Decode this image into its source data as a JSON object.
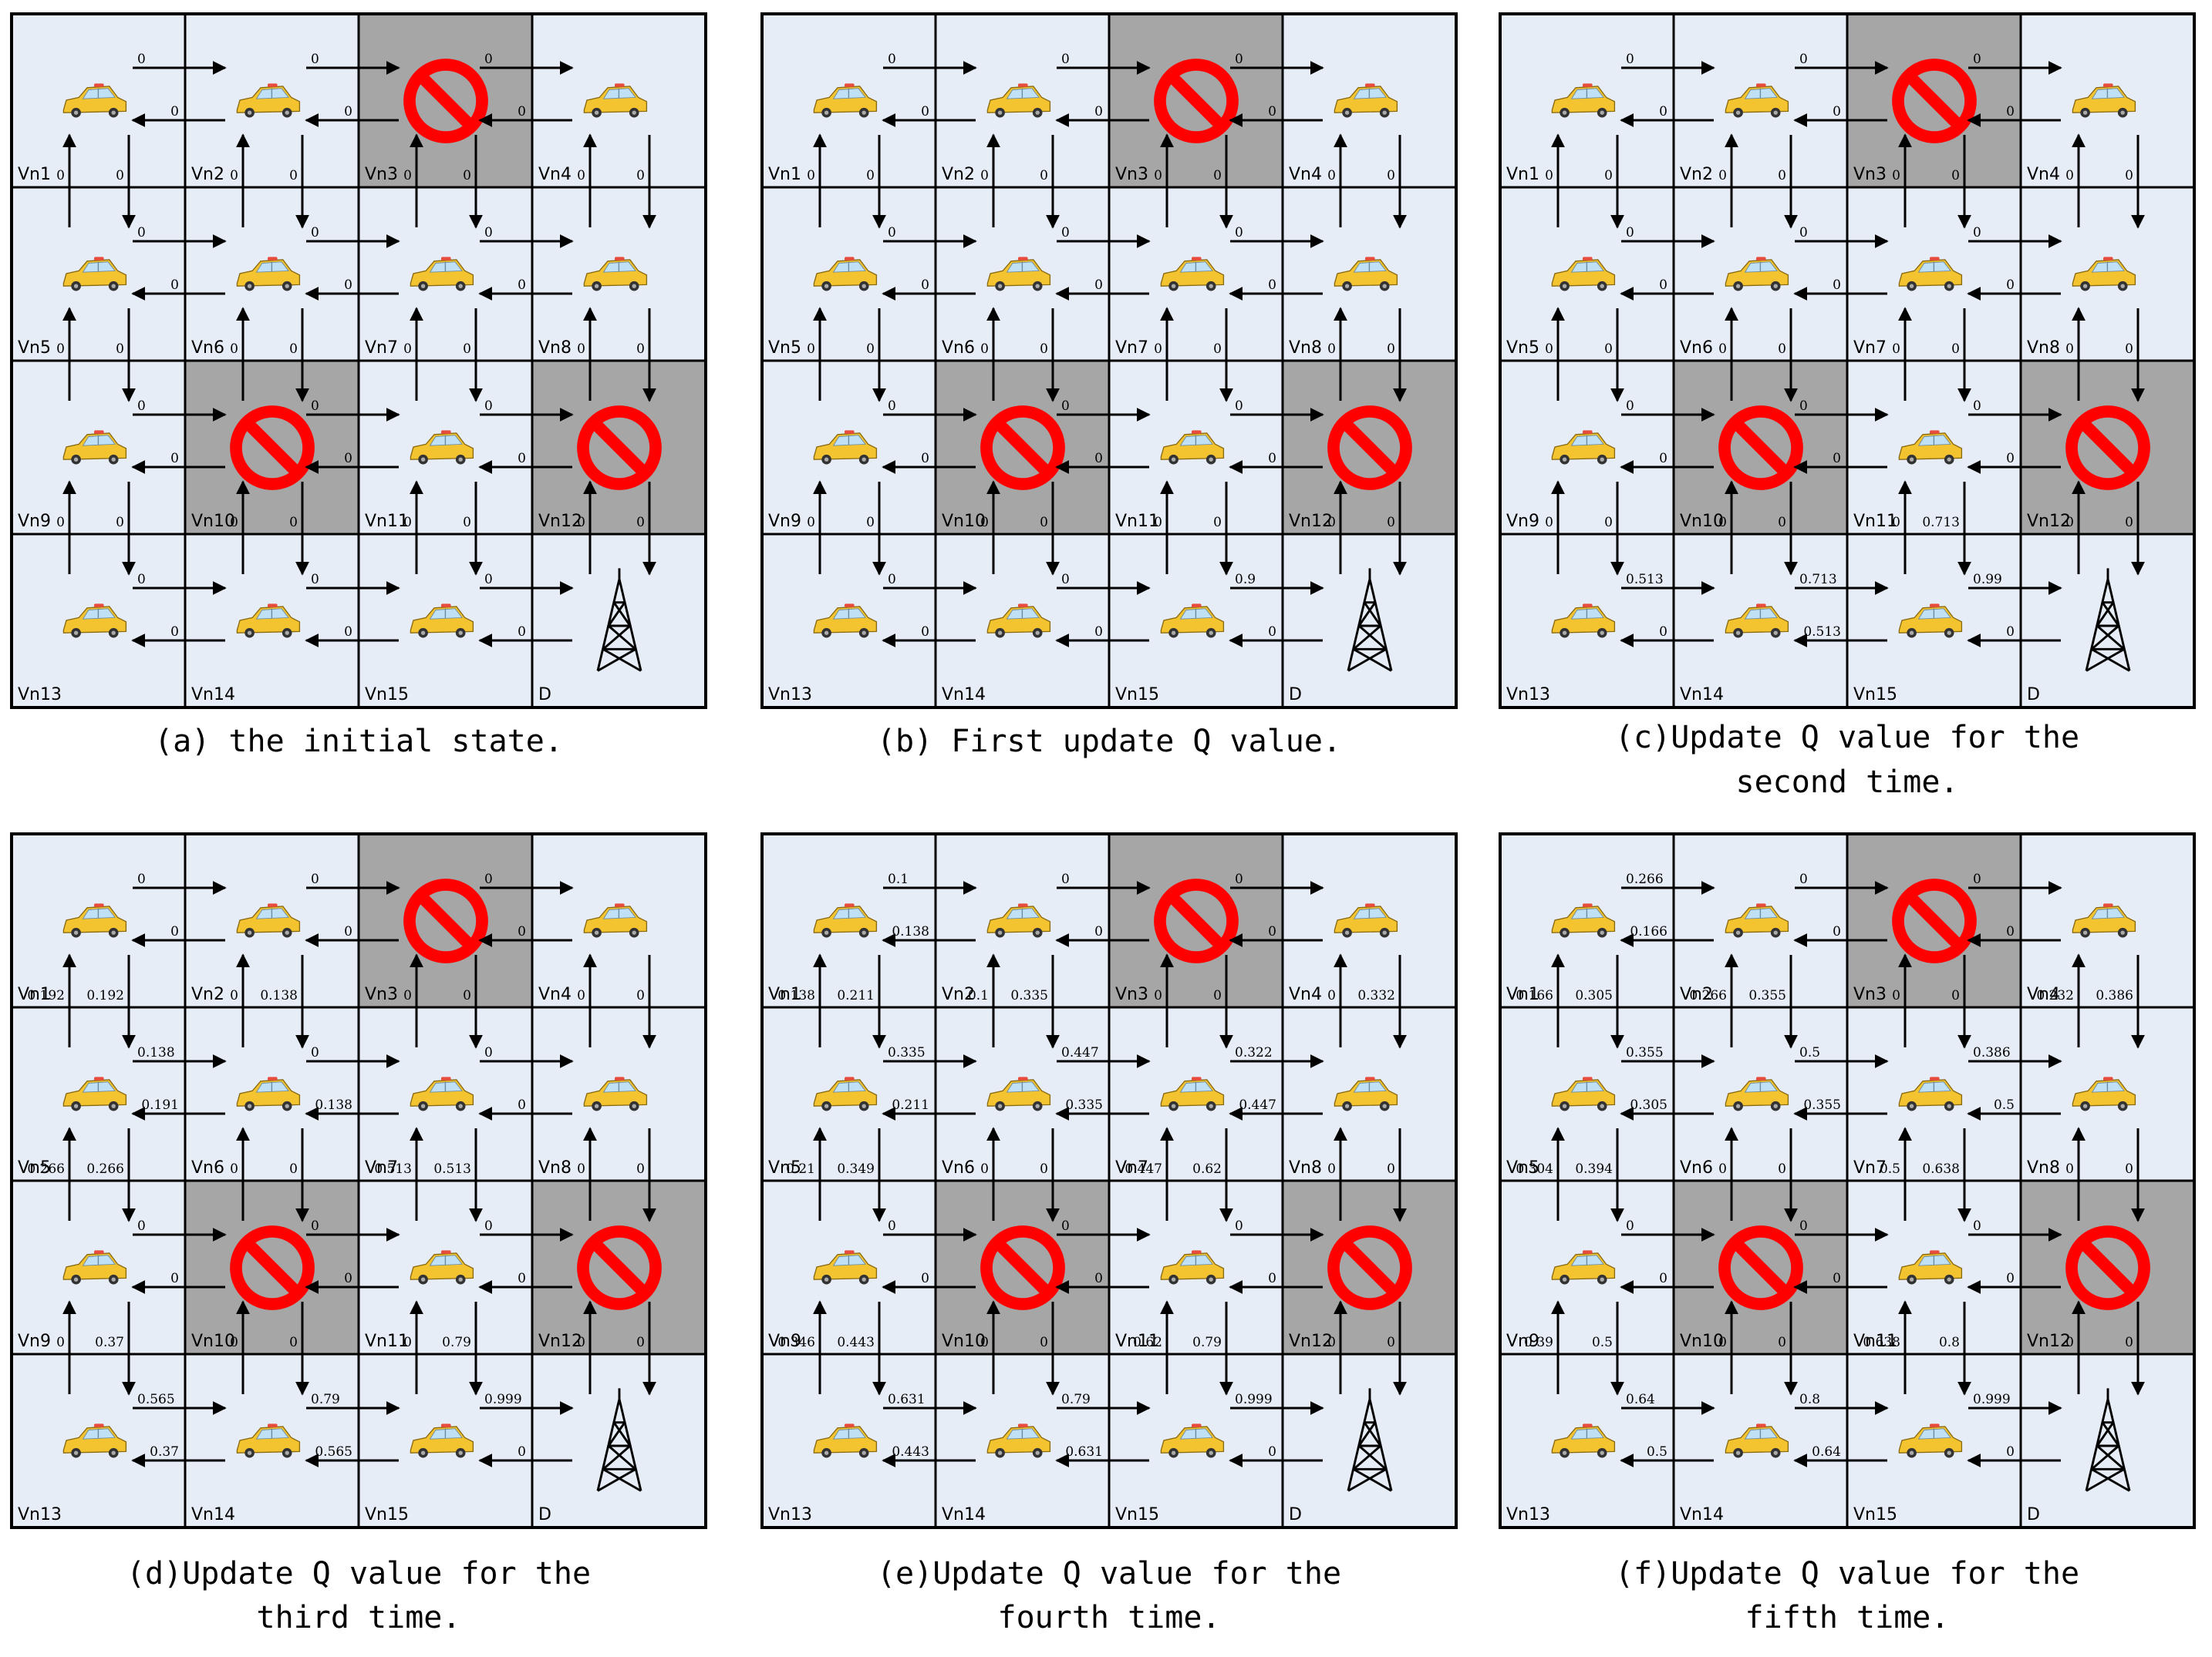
{
  "colors": {
    "cell_fill": "#e7edf7",
    "blocked_fill": "#a6a6a6",
    "grid_line": "#000000",
    "arrow": "#000000",
    "no_sign": "#ff0000",
    "car_body": "#f4c430",
    "car_window": "#bfe0f5",
    "car_roof_light": "#e74c3c",
    "tower": "#000000"
  },
  "icons": {
    "vehicle": "car-icon",
    "blocked": "no-entry-icon",
    "destination": "antenna-tower-icon"
  },
  "grid": {
    "rows": 4,
    "cols": 4,
    "blocked_cells": [
      2,
      9,
      11
    ],
    "destination_cell": 15,
    "cell_labels": [
      "Vn1",
      "Vn2",
      "Vn3",
      "Vn4",
      "Vn5",
      "Vn6",
      "Vn7",
      "Vn8",
      "Vn9",
      "Vn10",
      "Vn11",
      "Vn12",
      "Vn13",
      "Vn14",
      "Vn15",
      "D"
    ]
  },
  "panels": [
    {
      "caption_lines": [
        "(a) the initial state."
      ],
      "h_top": [
        [
          "0",
          "0",
          "0"
        ],
        [
          "0",
          "0",
          "0"
        ],
        [
          "0",
          "0",
          "0"
        ],
        [
          "0",
          "0",
          "0"
        ]
      ],
      "h_bot": [
        [
          "0",
          "0",
          "0"
        ],
        [
          "0",
          "0",
          "0"
        ],
        [
          "0",
          "0",
          "0"
        ],
        [
          "0",
          "0",
          "0"
        ]
      ],
      "v_up": [
        [
          "0",
          "0",
          "0",
          "0"
        ],
        [
          "0",
          "0",
          "0",
          "0"
        ],
        [
          "0",
          "0",
          "0",
          "0"
        ],
        [
          "0",
          "0",
          "0",
          "0"
        ]
      ],
      "v_down": [
        [
          "0",
          "0",
          "0",
          "0"
        ],
        [
          "0",
          "0",
          "0",
          "0"
        ],
        [
          "0",
          "0",
          "0",
          "0"
        ],
        [
          "0",
          "0",
          "0",
          "0"
        ]
      ]
    },
    {
      "caption_lines": [
        "(b) First update Q value."
      ],
      "h_top": [
        [
          "0",
          "0",
          "0"
        ],
        [
          "0",
          "0",
          "0"
        ],
        [
          "0",
          "0",
          "0"
        ],
        [
          "0",
          "0",
          "0.9"
        ]
      ],
      "h_bot": [
        [
          "0",
          "0",
          "0"
        ],
        [
          "0",
          "0",
          "0"
        ],
        [
          "0",
          "0",
          "0"
        ],
        [
          "0",
          "0",
          "0"
        ]
      ],
      "v_up": [
        [
          "0",
          "0",
          "0",
          "0"
        ],
        [
          "0",
          "0",
          "0",
          "0"
        ],
        [
          "0",
          "0",
          "0",
          "0"
        ],
        [
          "0",
          "0",
          "0",
          "0"
        ]
      ],
      "v_down": [
        [
          "0",
          "0",
          "0",
          "0"
        ],
        [
          "0",
          "0",
          "0",
          "0"
        ],
        [
          "0",
          "0",
          "0",
          "0"
        ],
        [
          "0",
          "0",
          "0",
          "0"
        ]
      ]
    },
    {
      "caption_lines": [
        "(c)Update Q value for the",
        "second time."
      ],
      "h_top": [
        [
          "0",
          "0",
          "0"
        ],
        [
          "0",
          "0",
          "0"
        ],
        [
          "0",
          "0",
          "0"
        ],
        [
          "0.513",
          "0.713",
          "0.99"
        ]
      ],
      "h_bot": [
        [
          "0",
          "0",
          "0"
        ],
        [
          "0",
          "0",
          "0"
        ],
        [
          "0",
          "0",
          "0"
        ],
        [
          "0",
          "0.513",
          "0"
        ]
      ],
      "v_up": [
        [
          "0",
          "0",
          "0",
          "0"
        ],
        [
          "0",
          "0",
          "0",
          "0"
        ],
        [
          "0",
          "0",
          "0",
          "0"
        ],
        [
          "0",
          "0",
          "0",
          "0"
        ]
      ],
      "v_down": [
        [
          "0",
          "0",
          "0",
          "0"
        ],
        [
          "0",
          "0",
          "0",
          "0"
        ],
        [
          "0",
          "0",
          "0.713",
          "0"
        ],
        [
          "0",
          "0",
          "0",
          "0"
        ]
      ]
    },
    {
      "caption_lines": [
        "(d)Update Q value for the",
        "third time."
      ],
      "h_top": [
        [
          "0",
          "0",
          "0"
        ],
        [
          "0.138",
          "0",
          "0"
        ],
        [
          "0",
          "0",
          "0"
        ],
        [
          "0.565",
          "0.79",
          "0.999"
        ]
      ],
      "h_bot": [
        [
          "0",
          "0",
          "0"
        ],
        [
          "0.191",
          "0.138",
          "0"
        ],
        [
          "0",
          "0",
          "0"
        ],
        [
          "0.37",
          "0.565",
          "0"
        ]
      ],
      "v_up": [
        [
          "0",
          "0",
          "0",
          "0"
        ],
        [
          "0.192",
          "0",
          "0",
          "0"
        ],
        [
          "0.266",
          "0",
          "0.513",
          "0"
        ],
        [
          "0",
          "0",
          "0",
          "0"
        ]
      ],
      "v_down": [
        [
          "0.192",
          "0.138",
          "0",
          "0"
        ],
        [
          "0.266",
          "0",
          "0.513",
          "0"
        ],
        [
          "0.37",
          "0",
          "0.79",
          "0"
        ],
        [
          "0",
          "0",
          "0",
          "0"
        ]
      ]
    },
    {
      "caption_lines": [
        "(e)Update Q value for the",
        "fourth time."
      ],
      "h_top": [
        [
          "0.1",
          "0",
          "0"
        ],
        [
          "0.335",
          "0.447",
          "0.322"
        ],
        [
          "0",
          "0",
          "0"
        ],
        [
          "0.631",
          "0.79",
          "0.999"
        ]
      ],
      "h_bot": [
        [
          "0.138",
          "0",
          "0"
        ],
        [
          "0.211",
          "0.335",
          "0.447"
        ],
        [
          "0",
          "0",
          "0"
        ],
        [
          "0.443",
          "0.631",
          "0"
        ]
      ],
      "v_up": [
        [
          "0",
          "0",
          "0",
          "0"
        ],
        [
          "0.138",
          "0.1",
          "0",
          "0"
        ],
        [
          "0.21",
          "0",
          "0.447",
          "0"
        ],
        [
          "0.346",
          "0",
          "0.62",
          "0"
        ]
      ],
      "v_down": [
        [
          "0.211",
          "0.335",
          "0",
          "0.332"
        ],
        [
          "0.349",
          "0",
          "0.62",
          "0"
        ],
        [
          "0.443",
          "0",
          "0.79",
          "0"
        ],
        [
          "0",
          "0",
          "0",
          "0"
        ]
      ]
    },
    {
      "caption_lines": [
        "(f)Update Q value for the",
        "fifth time."
      ],
      "h_top": [
        [
          "0.266",
          "0",
          "0"
        ],
        [
          "0.355",
          "0.5",
          "0.386"
        ],
        [
          "0",
          "0",
          "0"
        ],
        [
          "0.64",
          "0.8",
          "0.999"
        ]
      ],
      "h_bot": [
        [
          "0.166",
          "0",
          "0"
        ],
        [
          "0.305",
          "0.355",
          "0.5"
        ],
        [
          "0",
          "0",
          "0"
        ],
        [
          "0.5",
          "0.64",
          "0"
        ]
      ],
      "v_up": [
        [
          "0",
          "0",
          "0",
          "0"
        ],
        [
          "0.166",
          "0.266",
          "0",
          "0.232"
        ],
        [
          "0.304",
          "0",
          "0.5",
          "0"
        ],
        [
          "0.39",
          "0",
          "0.638",
          "0"
        ]
      ],
      "v_down": [
        [
          "0.305",
          "0.355",
          "0",
          "0.386"
        ],
        [
          "0.394",
          "0",
          "0.638",
          "0"
        ],
        [
          "0.5",
          "0",
          "0.8",
          "0"
        ],
        [
          "0",
          "0",
          "0",
          "0"
        ]
      ]
    }
  ]
}
